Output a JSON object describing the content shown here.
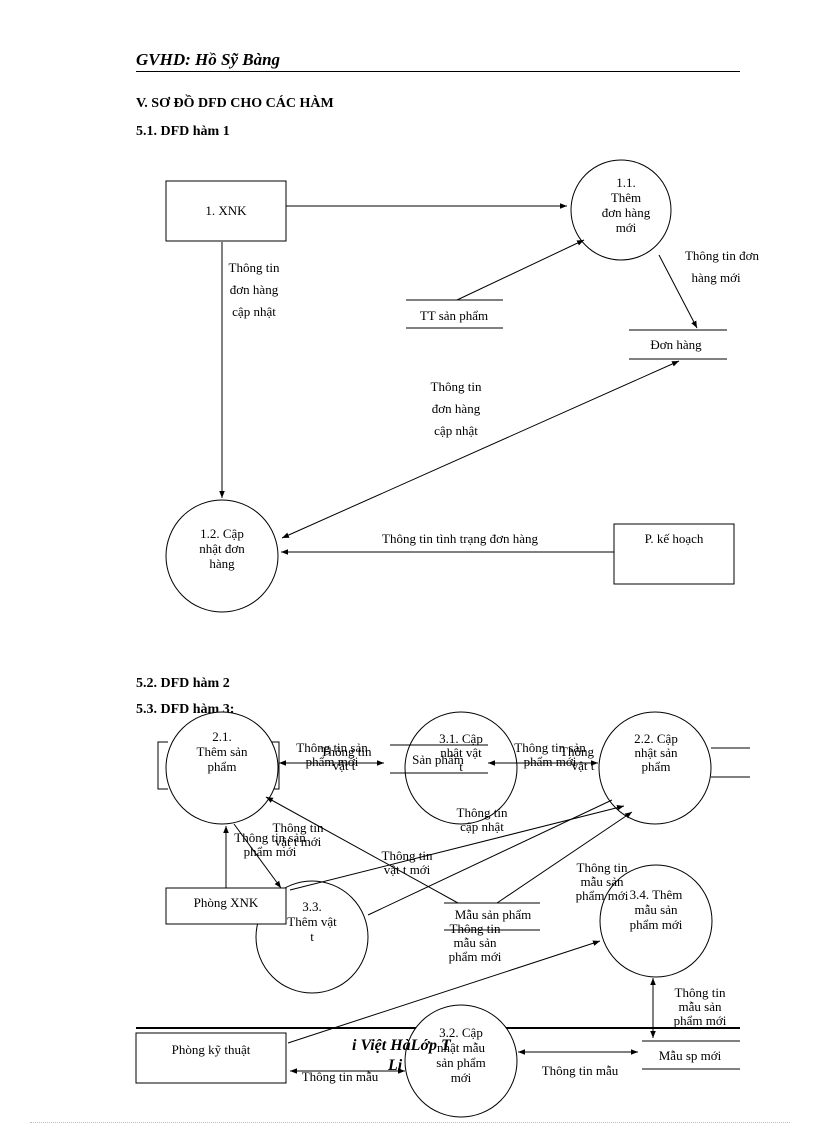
{
  "header": {
    "title": "GVHD: Hồ Sỹ Bàng"
  },
  "sections": {
    "main": "V. SƠ ĐỒ DFD CHO CÁC HÀM",
    "s1": "5.1. DFD hàm 1",
    "s2": "5.2. DFD hàm 2",
    "s3": "5.3. DFD hàm 3:"
  },
  "d1": {
    "xnk": "1. XNK",
    "p11": [
      "1.1.",
      "Thêm",
      "đơn hàng",
      "mới"
    ],
    "tt_sp": "TT sản phẩm",
    "don_hang": "Đơn hàng",
    "flow_tt_moi": [
      "Thông tin đơn",
      "hàng mới"
    ],
    "flow_left": [
      "Thông tin",
      "đơn hàng",
      "cập nhật"
    ],
    "flow_mid": [
      "Thông tin",
      "đơn hàng",
      "cập nhật"
    ],
    "p12": [
      "1.2. Cập",
      "nhật đơn",
      "hàng"
    ],
    "pkh": "P. kế hoạch",
    "flow_tinh_trang": "Thông tin tình trạng đơn hàng"
  },
  "d2": {
    "p21": [
      "2.1.",
      "Thêm sản",
      "phẩm"
    ],
    "p31": [
      "3.1. Cập",
      "nhật vật",
      "t"
    ],
    "p22": [
      "2.2. Cập",
      "nhật sản",
      "phẩm"
    ],
    "p33": [
      "3.3.",
      "Thêm vật",
      "t"
    ],
    "p34": [
      "3.4. Thêm",
      "mẫu sản",
      "phẩm mới"
    ],
    "p32": [
      "3.2. Cập",
      "nhật mẫu",
      "sản phẩm",
      "mới"
    ],
    "sanpham": "Sản phẩm",
    "phongxnk": "Phòng XNK",
    "mausp": "Mẫu sản phẩm",
    "phongkt": "Phòng kỹ thuật",
    "mauspmoi": "Mẫu sp mới",
    "footer_frag1": "i Việt HàLớp T",
    "footer_frag2": "Li",
    "f_a1": [
      "Thông tin sản",
      "phẩm mới"
    ],
    "f_a2": [
      "Thông tin",
      "vật t"
    ],
    "f_b1": [
      "Thông tin sản",
      "phẩm mới"
    ],
    "f_b2": [
      "Thông",
      "vật t"
    ],
    "f_capnhat": [
      "Thông tin",
      "cập nhật"
    ],
    "f_c1": [
      "Thông tin",
      "vật t   mới"
    ],
    "f_c2": [
      "Thông tin sản",
      "phẩm mới"
    ],
    "f_d": [
      "Thông tin",
      "vật t   mới"
    ],
    "f_e": [
      "Thông tin",
      "mẫu sản",
      "phẩm mới"
    ],
    "f_f": [
      "Thông tin",
      "mẫu sản",
      "phẩm mới"
    ],
    "f_g": [
      "Thông tin",
      "mẫu sản",
      "phẩm mới"
    ],
    "f_mau1": "Thông tin mẫu",
    "f_mau2": "Thông tin mẫu"
  }
}
